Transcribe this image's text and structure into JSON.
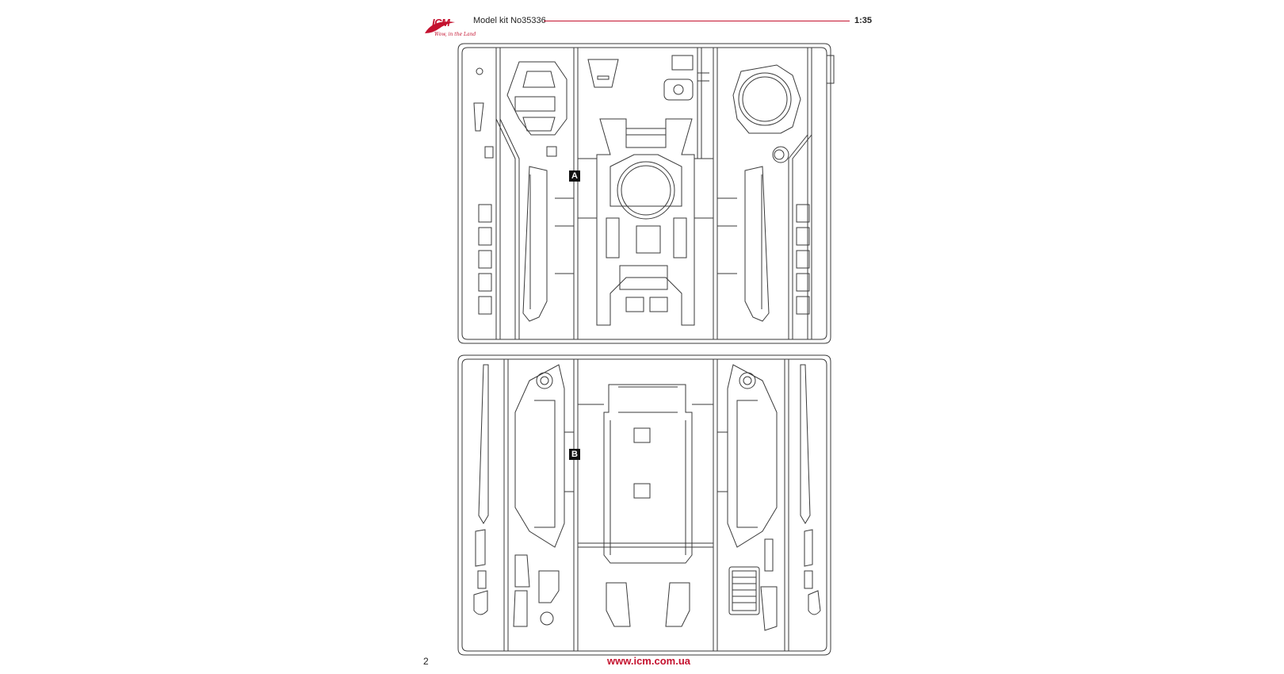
{
  "header": {
    "brand": "ICM",
    "tagline": "Wow, in the Land",
    "kit_title": "Model kit No35336",
    "scale": "1:35"
  },
  "sprues": [
    {
      "label": "A"
    },
    {
      "label": "B"
    }
  ],
  "footer": {
    "page_number": "2",
    "website": "www.icm.com.ua"
  },
  "colors": {
    "accent": "#c4122f",
    "line": "#3a3a3a"
  }
}
